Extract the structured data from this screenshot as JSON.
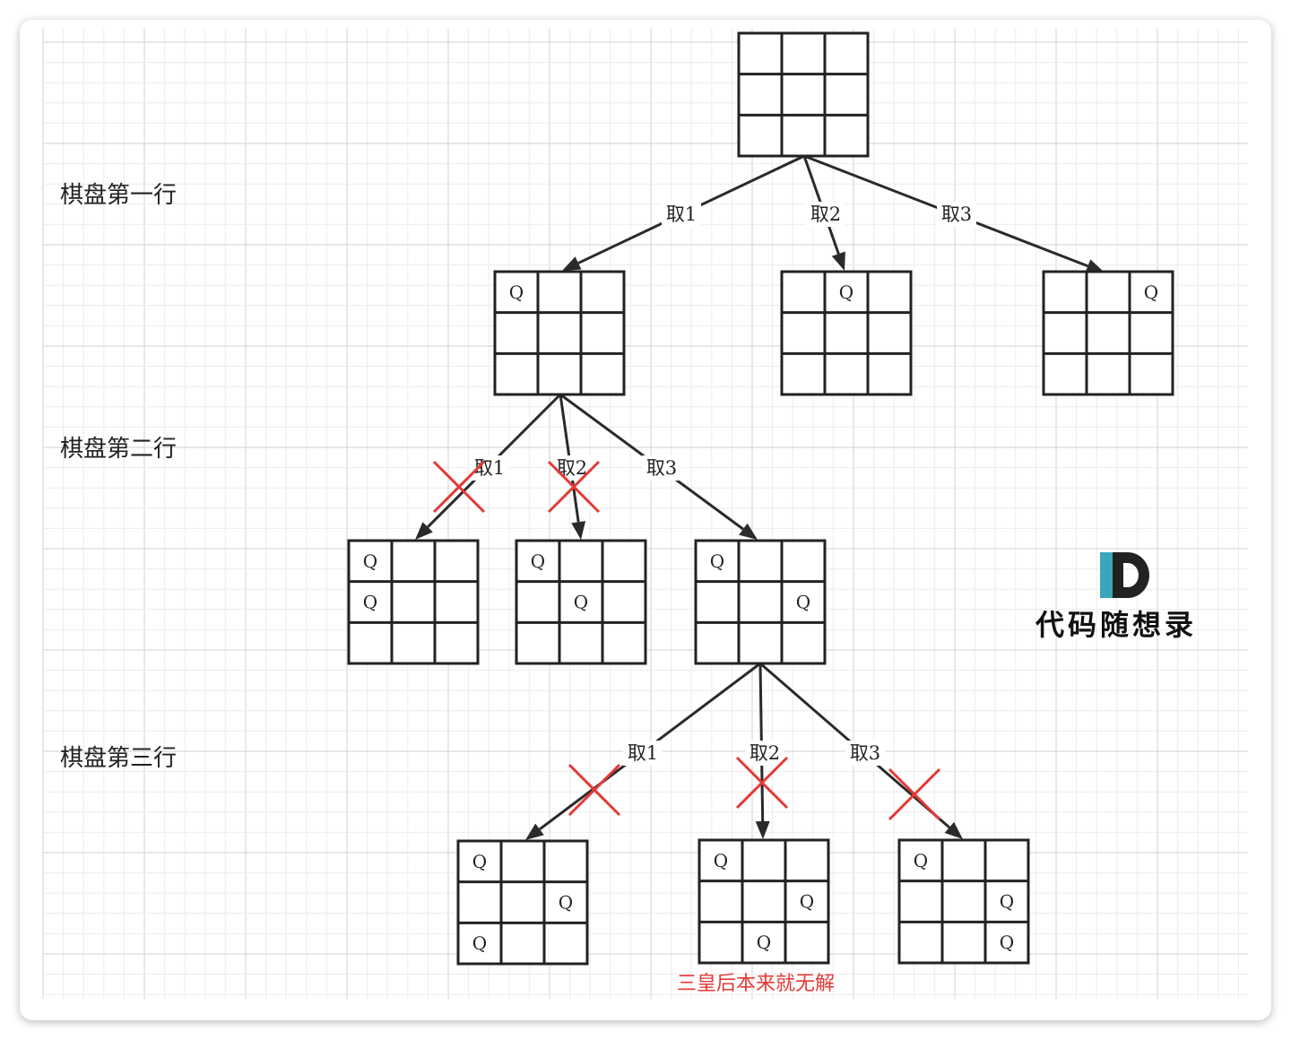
{
  "row_labels": [
    "棋盘第一行",
    "棋盘第二行",
    "棋盘第三行"
  ],
  "edge_label_values": [
    "取1",
    "取2",
    "取3"
  ],
  "boards": [
    {
      "id": "root",
      "queens": []
    },
    {
      "id": "r1-c1",
      "queens": [
        [
          0,
          0
        ]
      ]
    },
    {
      "id": "r1-c2",
      "queens": [
        [
          0,
          1
        ]
      ]
    },
    {
      "id": "r1-c3",
      "queens": [
        [
          0,
          2
        ]
      ]
    },
    {
      "id": "r2-c1",
      "queens": [
        [
          0,
          0
        ],
        [
          1,
          0
        ]
      ]
    },
    {
      "id": "r2-c2",
      "queens": [
        [
          0,
          0
        ],
        [
          1,
          1
        ]
      ]
    },
    {
      "id": "r2-c3",
      "queens": [
        [
          0,
          0
        ],
        [
          1,
          2
        ]
      ]
    },
    {
      "id": "r3-c1",
      "queens": [
        [
          0,
          0
        ],
        [
          1,
          2
        ],
        [
          2,
          0
        ]
      ]
    },
    {
      "id": "r3-c2",
      "queens": [
        [
          0,
          0
        ],
        [
          1,
          2
        ],
        [
          2,
          1
        ]
      ]
    },
    {
      "id": "r3-c3",
      "queens": [
        [
          0,
          0
        ],
        [
          1,
          2
        ],
        [
          2,
          2
        ]
      ]
    }
  ],
  "edges": [
    {
      "from": "root",
      "to": "r1-c1",
      "label": "取1",
      "pruned": false
    },
    {
      "from": "root",
      "to": "r1-c2",
      "label": "取2",
      "pruned": false
    },
    {
      "from": "root",
      "to": "r1-c3",
      "label": "取3",
      "pruned": false
    },
    {
      "from": "r1-c1",
      "to": "r2-c1",
      "label": "取1",
      "pruned": true
    },
    {
      "from": "r1-c1",
      "to": "r2-c2",
      "label": "取2",
      "pruned": true
    },
    {
      "from": "r1-c1",
      "to": "r2-c3",
      "label": "取3",
      "pruned": false
    },
    {
      "from": "r2-c3",
      "to": "r3-c1",
      "label": "取1",
      "pruned": true
    },
    {
      "from": "r2-c3",
      "to": "r3-c2",
      "label": "取2",
      "pruned": true
    },
    {
      "from": "r2-c3",
      "to": "r3-c3",
      "label": "取3",
      "pruned": true
    }
  ],
  "queen_symbol": "Q",
  "note_text": "三皇后本来就无解",
  "brand": {
    "logo_letter": "D",
    "name": "代码随想录"
  },
  "colors": {
    "cross": "#e53935",
    "note": "#e53935",
    "logo_dark": "#222222",
    "logo_teal": "#3aa6b9"
  }
}
